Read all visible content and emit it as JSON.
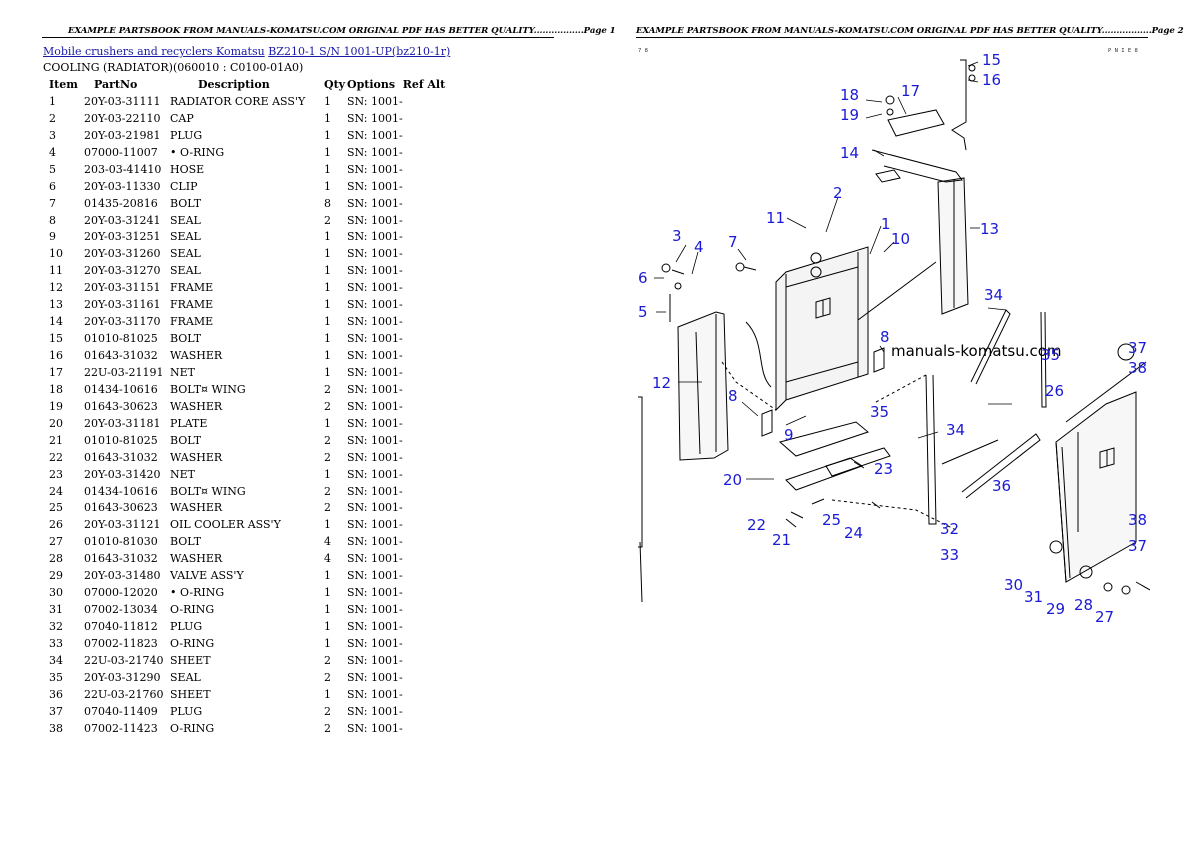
{
  "header": {
    "page1": "EXAMPLE PARTSBOOK FROM MANUALS-KOMATSU.COM ORIGINAL PDF HAS BETTER QUALITY.................Page 1",
    "page2": "EXAMPLE PARTSBOOK FROM MANUALS-KOMATSU.COM ORIGINAL PDF HAS BETTER QUALITY.................Page 2"
  },
  "breadcrumb": {
    "link1": "Mobile crushers and recyclers Komatsu",
    "link2": "BZ210-1 S/N 1001-UP(bz210-1r)"
  },
  "subtitle": "COOLING (RADIATOR)(060010 : C0100-01A0)",
  "table": {
    "columns": [
      "Item",
      "PartNo",
      "Description",
      "Qty",
      "Options",
      "Ref Alt"
    ],
    "rows": [
      [
        "1",
        "20Y-03-31111",
        "RADIATOR CORE ASS'Y",
        "1",
        "SN: 1001-"
      ],
      [
        "2",
        "20Y-03-22110",
        "CAP",
        "1",
        "SN: 1001-"
      ],
      [
        "3",
        "20Y-03-21981",
        "PLUG",
        "1",
        "SN: 1001-"
      ],
      [
        "4",
        "07000-11007",
        "• O-RING",
        "1",
        "SN: 1001-"
      ],
      [
        "5",
        "203-03-41410",
        "HOSE",
        "1",
        "SN: 1001-"
      ],
      [
        "6",
        "20Y-03-11330",
        "CLIP",
        "1",
        "SN: 1001-"
      ],
      [
        "7",
        "01435-20816",
        "BOLT",
        "8",
        "SN: 1001-"
      ],
      [
        "8",
        "20Y-03-31241",
        "SEAL",
        "2",
        "SN: 1001-"
      ],
      [
        "9",
        "20Y-03-31251",
        "SEAL",
        "1",
        "SN: 1001-"
      ],
      [
        "10",
        "20Y-03-31260",
        "SEAL",
        "1",
        "SN: 1001-"
      ],
      [
        "11",
        "20Y-03-31270",
        "SEAL",
        "1",
        "SN: 1001-"
      ],
      [
        "12",
        "20Y-03-31151",
        "FRAME",
        "1",
        "SN: 1001-"
      ],
      [
        "13",
        "20Y-03-31161",
        "FRAME",
        "1",
        "SN: 1001-"
      ],
      [
        "14",
        "20Y-03-31170",
        "FRAME",
        "1",
        "SN: 1001-"
      ],
      [
        "15",
        "01010-81025",
        "BOLT",
        "1",
        "SN: 1001-"
      ],
      [
        "16",
        "01643-31032",
        "WASHER",
        "1",
        "SN: 1001-"
      ],
      [
        "17",
        "22U-03-21191",
        "NET",
        "1",
        "SN: 1001-"
      ],
      [
        "18",
        "01434-10616",
        "BOLT¤ WING",
        "2",
        "SN: 1001-"
      ],
      [
        "19",
        "01643-30623",
        "WASHER",
        "2",
        "SN: 1001-"
      ],
      [
        "20",
        "20Y-03-31181",
        "PLATE",
        "1",
        "SN: 1001-"
      ],
      [
        "21",
        "01010-81025",
        "BOLT",
        "2",
        "SN: 1001-"
      ],
      [
        "22",
        "01643-31032",
        "WASHER",
        "2",
        "SN: 1001-"
      ],
      [
        "23",
        "20Y-03-31420",
        "NET",
        "1",
        "SN: 1001-"
      ],
      [
        "24",
        "01434-10616",
        "BOLT¤ WING",
        "2",
        "SN: 1001-"
      ],
      [
        "25",
        "01643-30623",
        "WASHER",
        "2",
        "SN: 1001-"
      ],
      [
        "26",
        "20Y-03-31121",
        "OIL COOLER ASS'Y",
        "1",
        "SN: 1001-"
      ],
      [
        "27",
        "01010-81030",
        "BOLT",
        "4",
        "SN: 1001-"
      ],
      [
        "28",
        "01643-31032",
        "WASHER",
        "4",
        "SN: 1001-"
      ],
      [
        "29",
        "20Y-03-31480",
        "VALVE ASS'Y",
        "1",
        "SN: 1001-"
      ],
      [
        "30",
        "07000-12020",
        "• O-RING",
        "1",
        "SN: 1001-"
      ],
      [
        "31",
        "07002-13034",
        "O-RING",
        "1",
        "SN: 1001-"
      ],
      [
        "32",
        "07040-11812",
        "PLUG",
        "1",
        "SN: 1001-"
      ],
      [
        "33",
        "07002-11823",
        "O-RING",
        "1",
        "SN: 1001-"
      ],
      [
        "34",
        "22U-03-21740",
        "SHEET",
        "2",
        "SN: 1001-"
      ],
      [
        "35",
        "20Y-03-31290",
        "SEAL",
        "2",
        "SN: 1001-"
      ],
      [
        "36",
        "22U-03-21760",
        "SHEET",
        "1",
        "SN: 1001-"
      ],
      [
        "37",
        "07040-11409",
        "PLUG",
        "2",
        "SN: 1001-"
      ],
      [
        "38",
        "07002-11423",
        "O-RING",
        "2",
        "SN: 1001-"
      ]
    ]
  },
  "diagram": {
    "watermark": "manuals-komatsu.com",
    "corner_left": "7 8",
    "corner_right": "P N I E 8",
    "callouts": [
      "1",
      "2",
      "3",
      "4",
      "5",
      "6",
      "7",
      "8",
      "8",
      "9",
      "10",
      "11",
      "12",
      "13",
      "14",
      "15",
      "16",
      "17",
      "18",
      "19",
      "20",
      "21",
      "22",
      "23",
      "24",
      "25",
      "26",
      "27",
      "28",
      "29",
      "30",
      "31",
      "32",
      "33",
      "34",
      "34",
      "35",
      "35",
      "36",
      "37",
      "37",
      "38",
      "38"
    ]
  },
  "colors": {
    "link": "#1a1aa6",
    "callout": "#1a1ad6"
  }
}
